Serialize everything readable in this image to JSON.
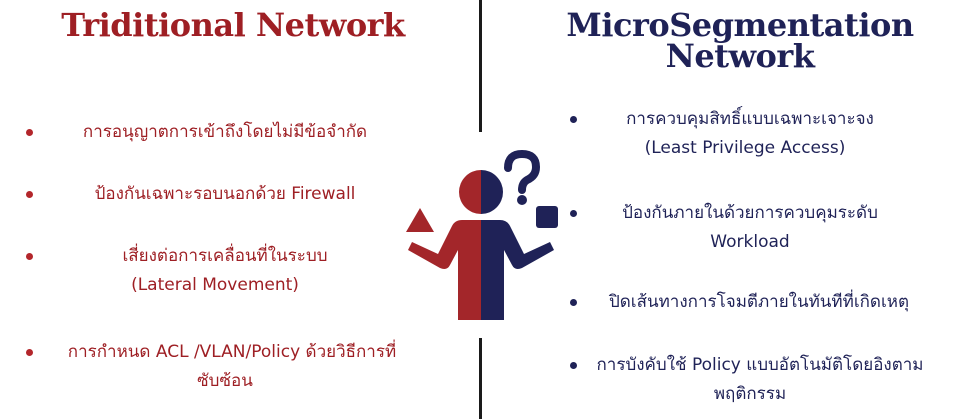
{
  "left": {
    "title": "Triditional Network",
    "items": [
      {
        "line1": "การอนุญาตการเข้าถึงโดยไม่มีข้อจำกัด",
        "line2": ""
      },
      {
        "line1": "ป้องกันเฉพาะรอบนอกด้วย Firewall",
        "line2": ""
      },
      {
        "line1": "เสี่ยงต่อการเคลื่อนที่ในระบบ",
        "line2": "(Lateral Movement)"
      },
      {
        "line1": "การกำหนด ACL /VLAN/Policy ด้วยวิธีการที่",
        "line2": "ซับซ้อน"
      }
    ]
  },
  "right": {
    "title_line1": "MicroSegmentation",
    "title_line2": "Network",
    "items": [
      {
        "line1": "การควบคุมสิทธิ์แบบเฉพาะเจาะจง",
        "line2": "(Least Privilege Access)"
      },
      {
        "line1": "ป้องกันภายในด้วยการควบคุมระดับ",
        "line2": "Workload"
      },
      {
        "line1": "ปิดเส้นทางการโจมตีภายในทันทีที่เกิดเหตุ",
        "line2": ""
      },
      {
        "line1": "การบังคับใช้ Policy แบบอัตโนมัติโดยอิงตาม",
        "line2": "พฤติกรรม"
      }
    ]
  },
  "figure": {
    "icon": "person-comparing-icon",
    "colors": {
      "red": "#a3262a",
      "navy": "#1f2257"
    }
  }
}
